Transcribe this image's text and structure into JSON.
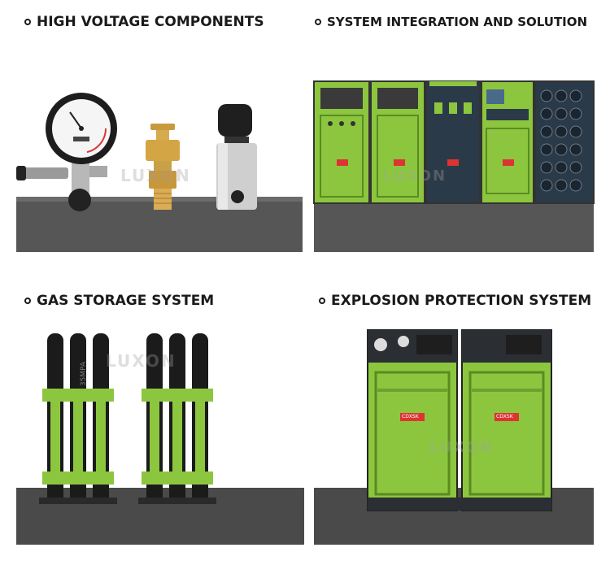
{
  "sections": [
    {
      "title": "HIGH VOLTAGE COMPONENTS"
    },
    {
      "title": "SYSTEM INTEGRATION AND SOLUTION"
    },
    {
      "title": "GAS STORAGE SYSTEM"
    },
    {
      "title": "EXPLOSION PROTECTION SYSTEM"
    }
  ],
  "watermark": "LUXON",
  "labels": {
    "cabinet_badge": "CDXSK",
    "tank_marking": "35MPA"
  },
  "colors": {
    "accent_green": "#8cc63f",
    "dark_grey": "#565656"
  }
}
